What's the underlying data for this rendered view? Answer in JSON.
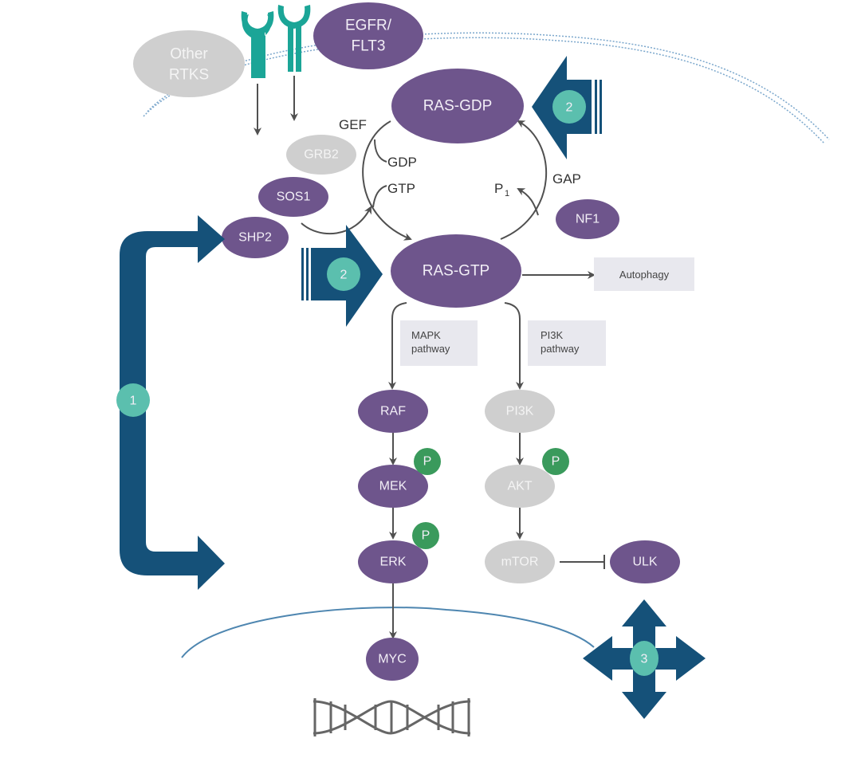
{
  "colors": {
    "purple": "#6e558c",
    "grey_node": "#cfcfcf",
    "receptor": "#1ba597",
    "navy_arrow": "#155179",
    "teal_badge": "#5bbfae",
    "phospho_green": "#3a9a5c",
    "membrane": "#7ba7cc",
    "line": "#505050",
    "pathway_box": "#e8e8ee"
  },
  "membrane_nodes": {
    "other_rtks": "Other RTKS",
    "other_rtks_line1": "Other",
    "other_rtks_line2": "RTKS",
    "egfr_line1": "EGFR/",
    "egfr_line2": "FLT3"
  },
  "adaptors": {
    "grb2": "GRB2",
    "sos1": "SOS1",
    "shp2": "SHP2",
    "nf1": "NF1"
  },
  "ras_cycle": {
    "ras_gdp": "RAS-GDP",
    "ras_gtp": "RAS-GTP",
    "gef": "GEF",
    "gap": "GAP",
    "gdp": "GDP",
    "gtp": "GTP",
    "pi": "P",
    "pi_sub": "1"
  },
  "outputs": {
    "autophagy": "Autophagy",
    "mapk_line1": "MAPK",
    "mapk_line2": "pathway",
    "pi3k_line1": "PI3K",
    "pi3k_line2": "pathway"
  },
  "mapk_chain": [
    "RAF",
    "MEK",
    "ERK",
    "MYC"
  ],
  "pi3k_chain": [
    "PI3K",
    "AKT",
    "mTOR"
  ],
  "ulk": "ULK",
  "phospho_label": "P",
  "badges": {
    "one": "1",
    "two_top": "2",
    "two_mid": "2",
    "three": "3"
  }
}
